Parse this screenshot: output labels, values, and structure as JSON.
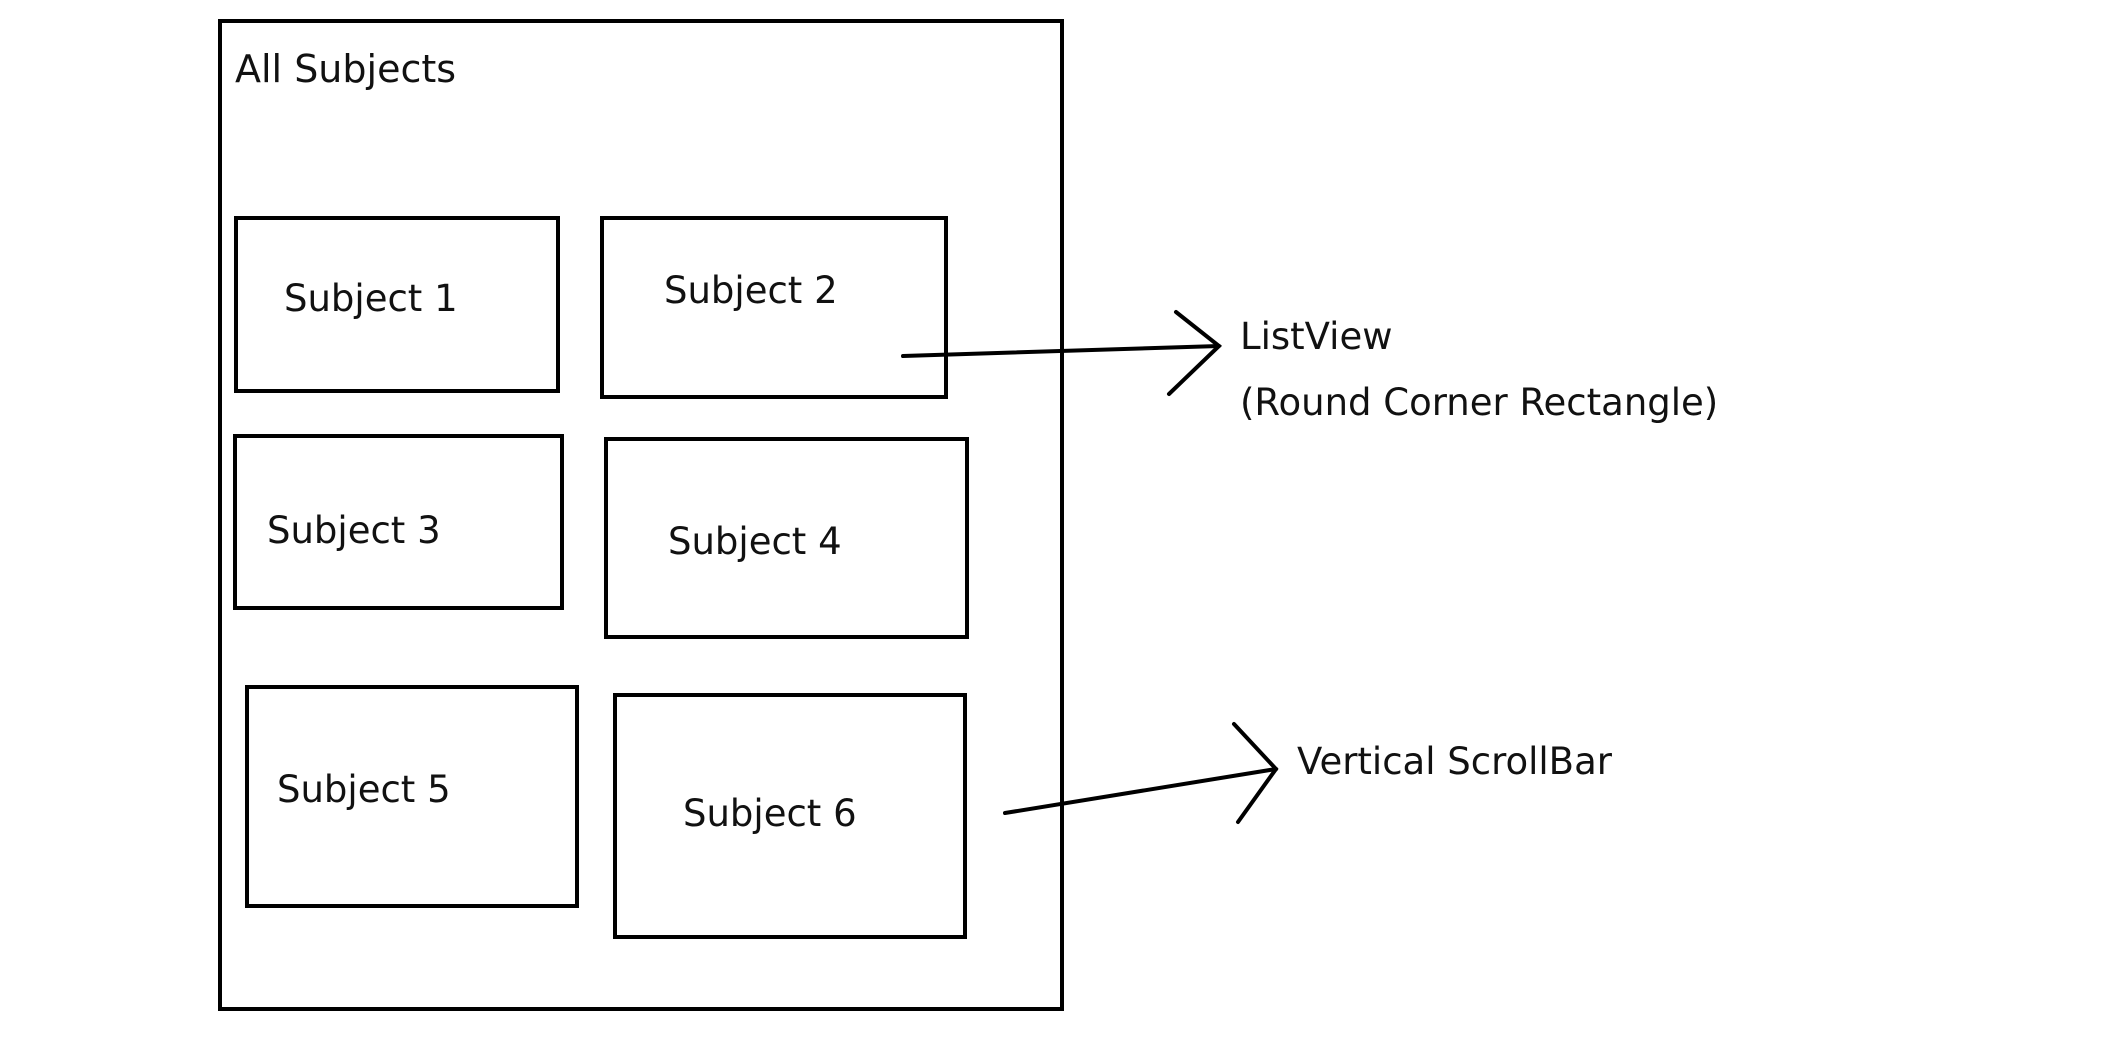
{
  "panel": {
    "title": "All Subjects"
  },
  "subjects": [
    {
      "label": "Subject 1"
    },
    {
      "label": "Subject 2"
    },
    {
      "label": "Subject 3"
    },
    {
      "label": "Subject 4"
    },
    {
      "label": "Subject 5"
    },
    {
      "label": "Subject 6"
    }
  ],
  "annotations": {
    "listview_label": "ListView",
    "listview_sublabel": "(Round Corner Rectangle)",
    "scrollbar_label": "Vertical ScrollBar"
  }
}
